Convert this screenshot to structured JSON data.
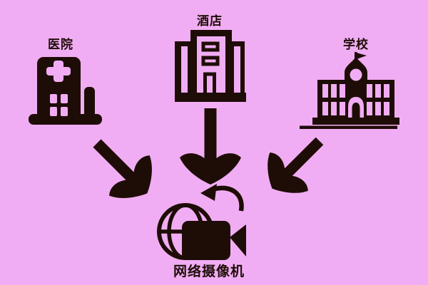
{
  "colors": {
    "background": "#F1ADF3",
    "ink": "#1E0D07"
  },
  "sources": [
    {
      "id": "hospital",
      "label": "医院",
      "icon": "hospital-icon"
    },
    {
      "id": "hotel",
      "label": "酒店",
      "icon": "hotel-icon"
    },
    {
      "id": "school",
      "label": "学校",
      "icon": "school-icon"
    }
  ],
  "target": {
    "id": "camera",
    "label": "网络摄像机",
    "icon": "network-camera-icon"
  },
  "edges": [
    {
      "from": "hospital",
      "to": "camera"
    },
    {
      "from": "hotel",
      "to": "camera"
    },
    {
      "from": "school",
      "to": "camera"
    }
  ]
}
